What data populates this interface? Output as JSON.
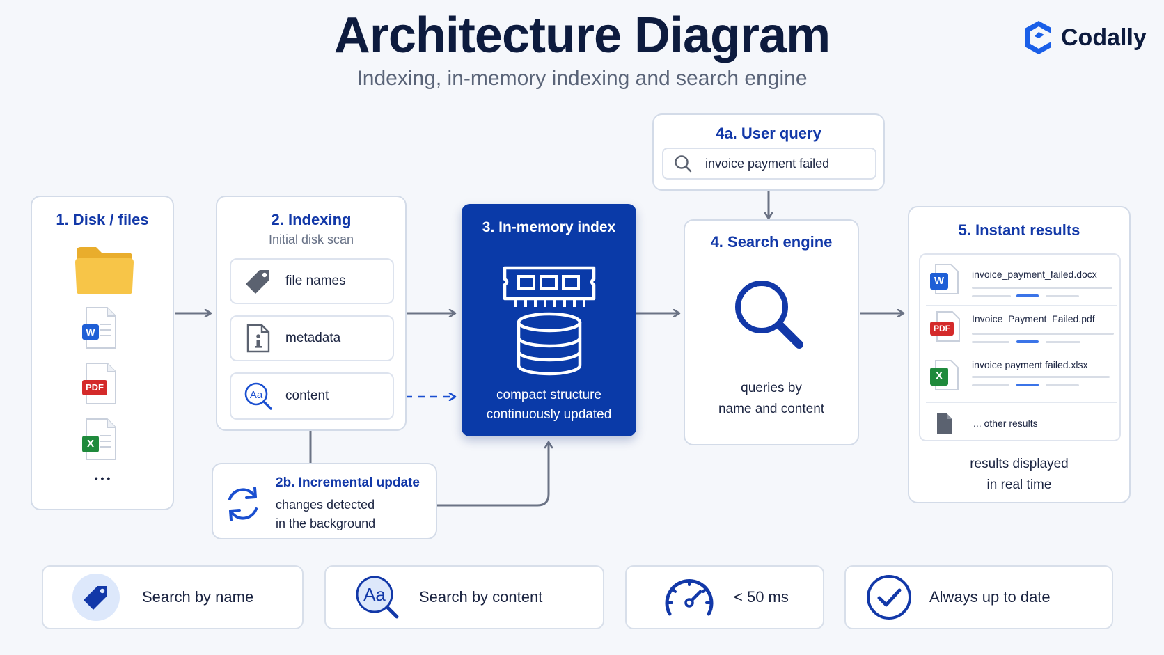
{
  "header": {
    "title": "Architecture Diagram",
    "subtitle": "Indexing, in-memory indexing and search engine",
    "logo_text": "Codally"
  },
  "disk": {
    "title": "1. Disk / files",
    "ellipsis": "• • •",
    "icons": [
      "folder-icon",
      "word-file-icon",
      "pdf-file-icon",
      "excel-file-icon"
    ],
    "word_letter": "W",
    "pdf_letter": "PDF",
    "excel_letter": "X"
  },
  "indexing": {
    "title": "2. Indexing",
    "subtitle": "Initial disk scan",
    "items": [
      {
        "label": "file names",
        "icon": "tag-icon"
      },
      {
        "label": "metadata",
        "icon": "info-file-icon"
      },
      {
        "label": "content",
        "icon": "text-search-icon"
      }
    ],
    "content_icon_text": "Aa"
  },
  "incremental": {
    "title": "2b. Incremental update",
    "line1": "changes detected",
    "line2": "in the background"
  },
  "memory": {
    "title": "3. In-memory index",
    "line1": "compact structure",
    "line2": "continuously updated"
  },
  "query": {
    "title": "4a. User query",
    "value": "invoice payment failed"
  },
  "engine": {
    "title": "4. Search engine",
    "line1": "queries by",
    "line2": "name and content"
  },
  "results": {
    "title": "5. Instant results",
    "items": [
      {
        "name": "invoice_payment_failed.docx",
        "icon": "word-file-icon",
        "badge": "W"
      },
      {
        "name": "Invoice_Payment_Failed.pdf",
        "icon": "pdf-file-icon",
        "badge": "PDF"
      },
      {
        "name": "invoice payment failed.xlsx",
        "icon": "excel-file-icon",
        "badge": "X"
      },
      {
        "name": "... other results",
        "icon": "file-icon",
        "badge": ""
      }
    ],
    "line1": "results displayed",
    "line2": "in real time"
  },
  "features": [
    {
      "label": "Search by name",
      "icon": "tag-icon"
    },
    {
      "label": "Search by content",
      "icon": "text-search-icon",
      "icon_text": "Aa"
    },
    {
      "label": "< 50 ms",
      "icon": "speedometer-icon"
    },
    {
      "label": "Always up to date",
      "icon": "check-circle-icon"
    }
  ],
  "colors": {
    "accent": "#1238a8",
    "dark_card": "#0a3aa8",
    "arrow": "#6b7385",
    "folder": "#f7c548",
    "word": "#1f5fd6",
    "pdf": "#d42a2a",
    "excel": "#1f8a3c"
  }
}
